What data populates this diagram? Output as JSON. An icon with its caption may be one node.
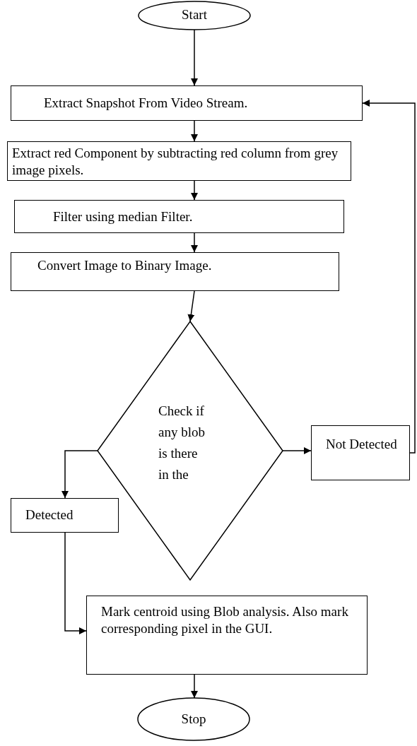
{
  "diagram": {
    "nodes": [
      {
        "text": [
          "Start"
        ]
      },
      {
        "text": [
          "Extract Snapshot From Video Stream."
        ]
      },
      {
        "text": [
          "Extract red Component by subtracting red column from grey image pixels."
        ]
      },
      {
        "text": [
          "Filter using median Filter."
        ]
      },
      {
        "text": [
          "Convert Image to Binary Image."
        ]
      },
      {
        "text": [
          "Check if any blob is there in the"
        ]
      },
      {
        "text": [
          "Not Detected"
        ]
      },
      {
        "text": [
          "Detected"
        ]
      },
      {
        "text": [
          "Mark centroid using Blob analysis. Also mark corresponding pixel in the GUI."
        ]
      },
      {
        "text": [
          "Stop"
        ]
      }
    ],
    "edges": [
      {
        "from": 0,
        "to": 1,
        "arrow": "to"
      },
      {
        "from": 1,
        "to": 2,
        "arrow": "to"
      },
      {
        "from": 2,
        "to": 3,
        "arrow": "to"
      },
      {
        "from": 3,
        "to": 4,
        "arrow": "to"
      },
      {
        "from": 4,
        "to": 5,
        "arrow": "to"
      },
      {
        "from": 5,
        "to": 6,
        "arrow": "to"
      },
      {
        "from": 6,
        "to": 1,
        "arrow": "to"
      },
      {
        "from": 5,
        "to": 7,
        "arrow": "to"
      },
      {
        "from": 7,
        "to": 8,
        "arrow": "to"
      },
      {
        "from": 8,
        "to": 9,
        "arrow": "to"
      }
    ]
  }
}
